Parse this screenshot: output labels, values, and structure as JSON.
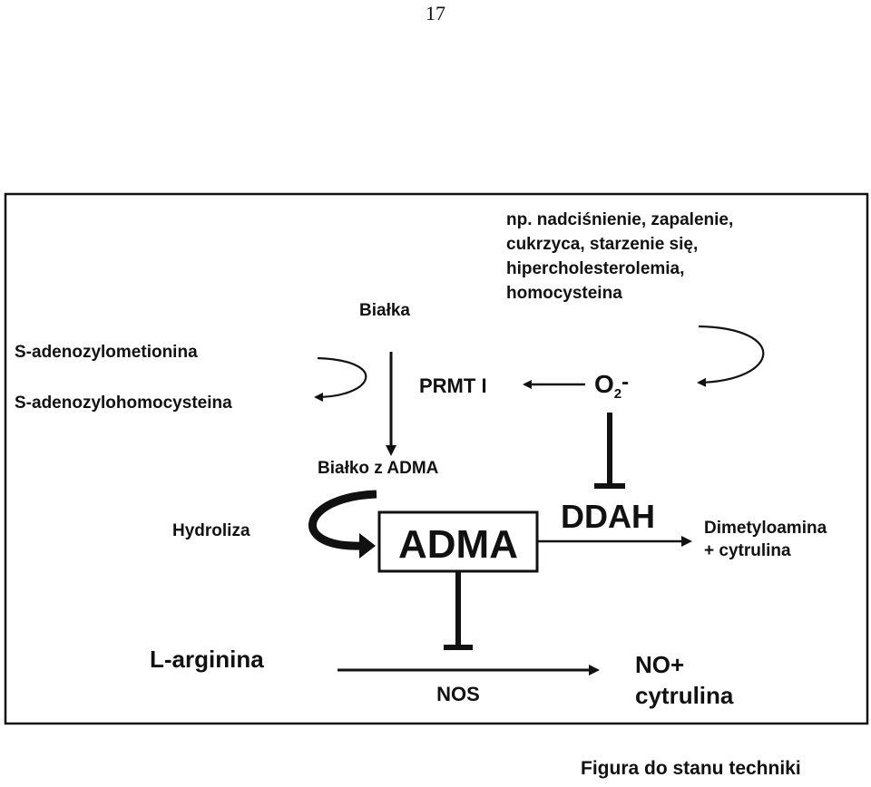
{
  "page_number": "17",
  "diagram": {
    "factors": [
      "np. nadciśnienie, zapalenie,",
      "cukrzyca, starzenie się,",
      "hipercholesterolemia,",
      "homocysteina"
    ],
    "bialka": "Białka",
    "sam": "S-adenozylometionina",
    "sah": "S-adenozylohomocysteina",
    "prmt": "PRMT I",
    "superoxide_main": "O",
    "superoxide_sub": "2",
    "superoxide_sign": "-",
    "bialko_adma": "Białko z ADMA",
    "hydroliza": "Hydroliza",
    "adma": "ADMA",
    "ddah": "DDAH",
    "dimetylo_line1": "Dimetyloamina",
    "dimetylo_line2": "+ cytrulina",
    "larginina": "L-arginina",
    "nos": "NOS",
    "no_line1": "NO+",
    "no_line2": "cytrulina"
  },
  "caption": "Figura do stanu techniki"
}
